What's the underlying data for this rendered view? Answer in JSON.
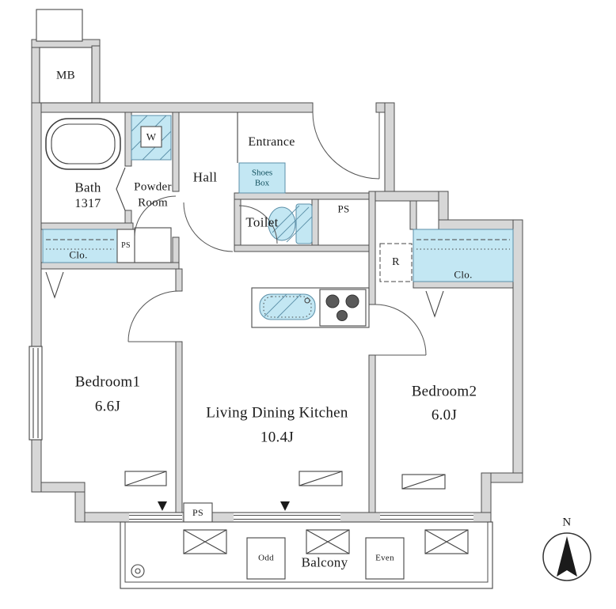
{
  "colors": {
    "wall_fill": "#d7d7d7",
    "wall_line": "#4c4c4c",
    "fixture_blue": "#c3e7f3",
    "fixture_line": "#5b8fa8",
    "text": "#1a1a1a"
  },
  "rooms": {
    "bedroom1": {
      "name": "Bedroom1",
      "area": "6.6J"
    },
    "ldk": {
      "name": "Living Dining Kitchen",
      "area": "10.4J"
    },
    "bedroom2": {
      "name": "Bedroom2",
      "area": "6.0J"
    },
    "bath": {
      "name": "Bath",
      "size": "1317"
    },
    "powder_room": {
      "name_line1": "Powder",
      "name_line2": "Room"
    },
    "hall": {
      "name": "Hall"
    },
    "entrance": {
      "name": "Entrance"
    },
    "toilet": {
      "name": "Toilet"
    },
    "balcony": {
      "name": "Balcony"
    }
  },
  "labels": {
    "meter_box": "MB",
    "washing_machine": "W",
    "shoes_box_line1": "Shoes",
    "shoes_box_line2": "Box",
    "pipe_space_top": "PS",
    "pipe_space_left": "PS",
    "pipe_space_bottom": "PS",
    "closet_left": "Clo.",
    "closet_right": "Clo.",
    "refrigerator": "R",
    "balcony_odd": "Odd",
    "balcony_even": "Even",
    "compass_north": "N"
  }
}
